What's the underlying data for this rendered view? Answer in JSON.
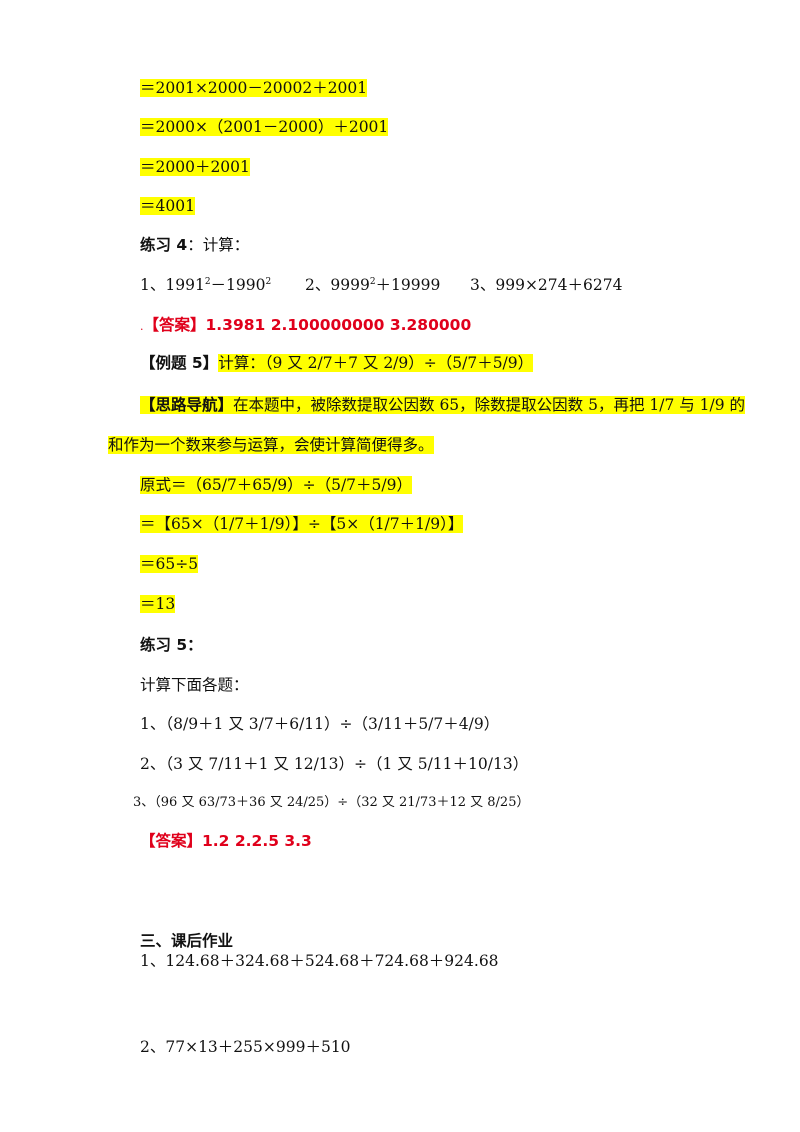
{
  "lines": {
    "l1": "＝2001×2000－20002＋2001",
    "l2": "＝2000×（2001－2000）＋2001",
    "l3": "＝2000＋2001",
    "l4": "＝4001",
    "practice4_title": "练习 4",
    "practice4_colon": "：计算：",
    "p4_item1_a": "1、1991",
    "p4_item1_sup1": "2",
    "p4_item1_b": "－1990",
    "p4_item1_sup2": "2",
    "p4_item2_a": "2、9999",
    "p4_item2_sup": "2",
    "p4_item2_b": "＋19999",
    "p4_item3": "3、999×274＋6274",
    "answer4_dot": ".",
    "answer4": "【答案】1.3981  2.100000000  3.280000",
    "example5_label": "【例题 5】",
    "example5_text": "计算：（9 又 2/7＋7 又 2/9）÷（5/7＋5/9）",
    "guide_label": "【思路导航】",
    "guide_text1": "在本题中，被除数提取公因数 65，除数提取公因数 5，再把 1/7 与 1/9 的",
    "guide_text2": "和作为一个数来参与运算，会使计算简便得多。",
    "s1": "原式＝（65/7＋65/9）÷（5/7＋5/9）",
    "s2": "＝【65×（1/7＋1/9）】÷【5×（1/7＋1/9）】",
    "s3": "＝65÷5",
    "s4": "＝13",
    "practice5_title": "练习 5：",
    "practice5_sub": "计算下面各题：",
    "p5_item1": "1、（8/9＋1 又 3/7＋6/11）÷（3/11＋5/7＋4/9）",
    "p5_item2": "2、（3 又 7/11＋1 又 12/13）÷（1 又 5/11＋10/13）",
    "p5_item3": "3、（96 又 63/73＋36 又 24/25）÷（32 又 21/73＋12 又 8/25）",
    "answer5": "【答案】1.2  2.2.5  3.3",
    "homework_title": "三、课后作业",
    "hw1": "1、124.68＋324.68＋524.68＋724.68＋924.68",
    "hw2": "2、77×13＋255×999＋510"
  },
  "colors": {
    "highlight": "#ffff00",
    "answer_red": "#e0001b"
  }
}
